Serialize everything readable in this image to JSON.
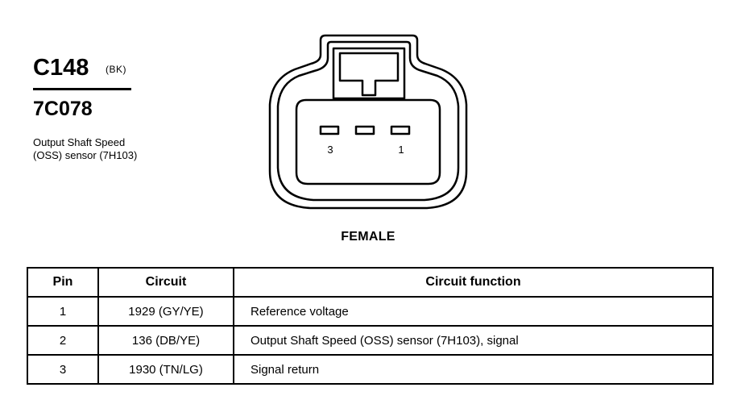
{
  "connector": {
    "id": "C148",
    "color_code": "(BK)",
    "part_number": "7C078",
    "description": "Output Shaft Speed (OSS) sensor (7H103)"
  },
  "face": {
    "pin_labels": [
      "3",
      "1"
    ],
    "gender": "FEMALE"
  },
  "table": {
    "headers": [
      "Pin",
      "Circuit",
      "Circuit function"
    ],
    "rows": [
      {
        "pin": "1",
        "circuit": "1929 (GY/YE)",
        "function": "Reference voltage"
      },
      {
        "pin": "2",
        "circuit": "136 (DB/YE)",
        "function": "Output Shaft Speed (OSS) sensor (7H103), signal"
      },
      {
        "pin": "3",
        "circuit": "1930 (TN/LG)",
        "function": "Signal return"
      }
    ]
  }
}
